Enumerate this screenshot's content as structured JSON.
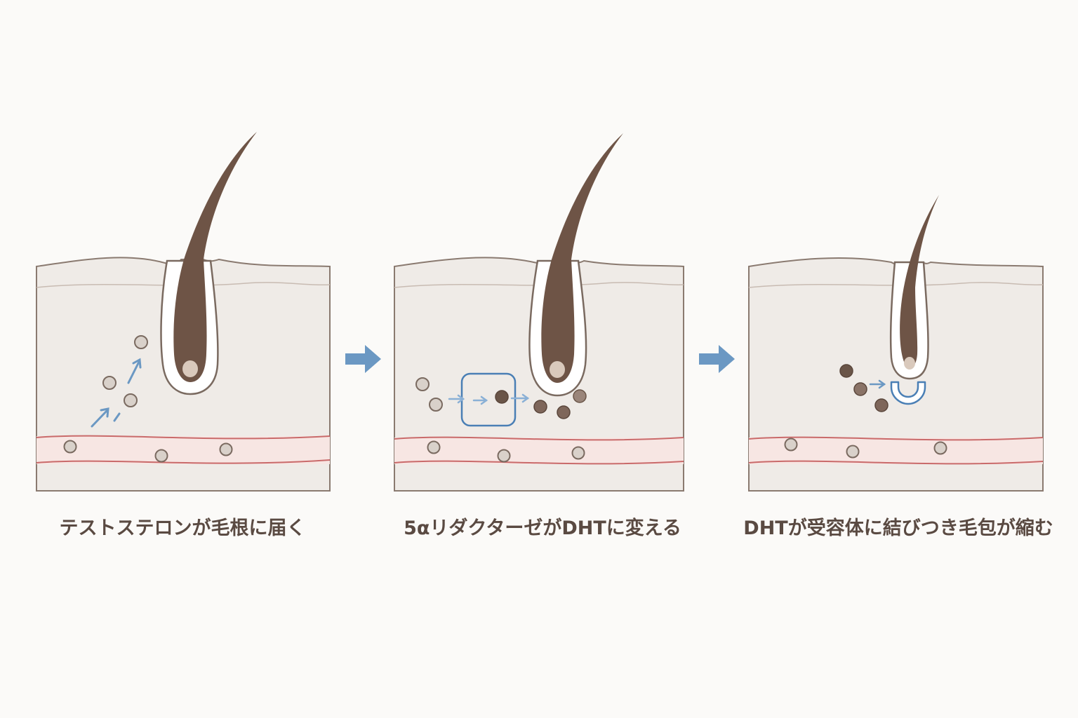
{
  "steps": [
    {
      "caption": "テストステロンが毛根に届く"
    },
    {
      "caption": "5αリダクターゼがDHTに変える"
    },
    {
      "caption": "DHTが受容体に結びつき毛包が縮む"
    }
  ],
  "colors": {
    "background": "#fbfaf8",
    "skin": "#efebe7",
    "skin_outline": "#8a7a70",
    "hair": "#6e5446",
    "vessel": "#c96a6a",
    "vessel_fill": "#f7e6e3",
    "arrow": "#6b98c3",
    "enzyme_box": "#4a7fb5",
    "testosterone": "#d9d1ca",
    "dht": "#6a5548",
    "caption_text": "#5a4a42"
  }
}
